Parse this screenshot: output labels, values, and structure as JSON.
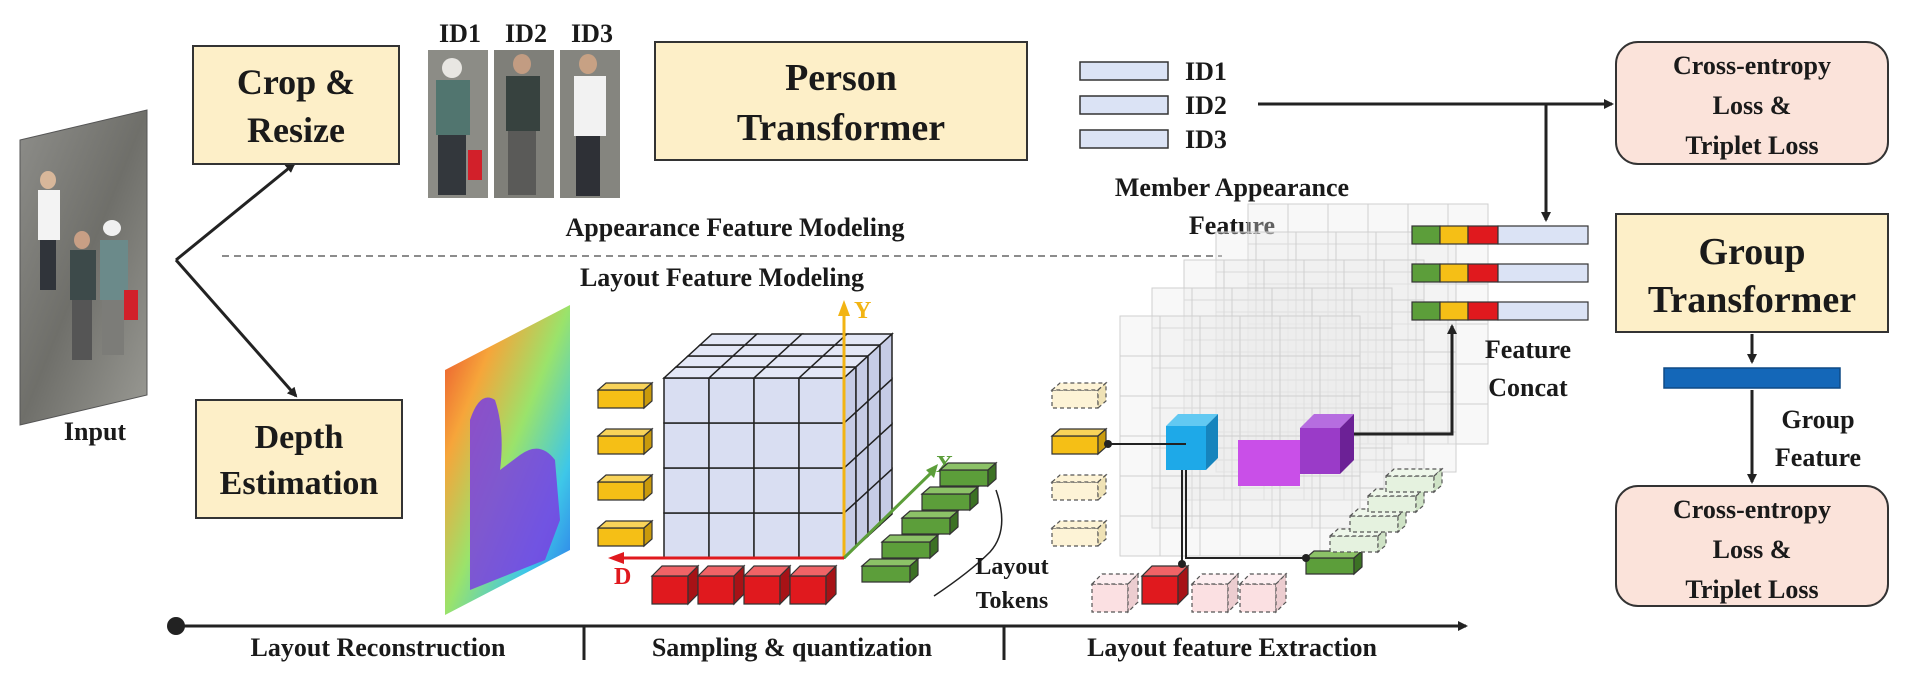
{
  "boxes": {
    "crop_line1": "Crop &",
    "crop_line2": "Resize",
    "depth_line1": "Depth",
    "depth_line2": "Estimation",
    "person_line1": "Person",
    "person_line2": "Transformer",
    "group_line1": "Group",
    "group_line2": "Transformer",
    "loss_top_line1": "Cross-entropy",
    "loss_top_line2": "Loss &",
    "loss_top_line3": "Triplet Loss",
    "loss_bottom_line1": "Cross-entropy",
    "loss_bottom_line2": "Loss &",
    "loss_bottom_line3": "Triplet Loss"
  },
  "labels": {
    "input": "Input",
    "id1": "ID1",
    "id2": "ID2",
    "id3": "ID3",
    "member_line1": "Member Appearance",
    "member_line2": "Feature",
    "appearance_modeling": "Appearance Feature Modeling",
    "layout_modeling": "Layout Feature Modeling",
    "feature_concat_line1": "Feature",
    "feature_concat_line2": "Concat",
    "group_feature_line1": "Group",
    "group_feature_line2": "Feature",
    "layout_tokens_line1": "Layout",
    "layout_tokens_line2": "Tokens",
    "axis_x": "X",
    "axis_y": "Y",
    "axis_d": "D"
  },
  "timeline": {
    "stage1": "Layout Reconstruction",
    "stage2": "Sampling & quantization",
    "stage3": "Layout feature Extraction"
  },
  "colors": {
    "cream": "#fdefc8",
    "pink": "#fbe3da",
    "feature_bar": "#dbe3f5",
    "green": "#5c9e3a",
    "yellow": "#f5bf16",
    "red": "#e0191e",
    "blue_bar": "#1467b8",
    "cyan": "#1ea9e8",
    "purple": "#b445d6"
  }
}
